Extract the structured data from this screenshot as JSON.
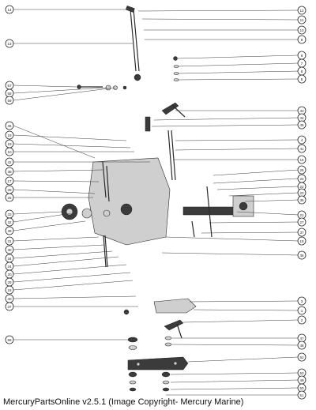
{
  "footer_text": "MercuryPartsOnline v2.5.1 (Image Copyright- Mercury Marine)",
  "callouts_left": [
    "14",
    "13",
    "57",
    "58",
    "59",
    "46",
    "19",
    "18",
    "10",
    "42",
    "38",
    "17",
    "28",
    "25",
    "33",
    "32",
    "39",
    "31",
    "30",
    "34",
    "24",
    "20",
    "29",
    "16",
    "40",
    "37",
    "56"
  ],
  "callouts_right": [
    "12",
    "11",
    "10",
    "9",
    "8",
    "7",
    "6",
    "5",
    "43",
    "44",
    "45",
    "4",
    "41",
    "15",
    "26",
    "24",
    "22",
    "23",
    "35",
    "21",
    "27",
    "37",
    "18",
    "36",
    "3",
    "1",
    "2",
    "47",
    "48",
    "52",
    "53",
    "49",
    "50",
    "51"
  ]
}
